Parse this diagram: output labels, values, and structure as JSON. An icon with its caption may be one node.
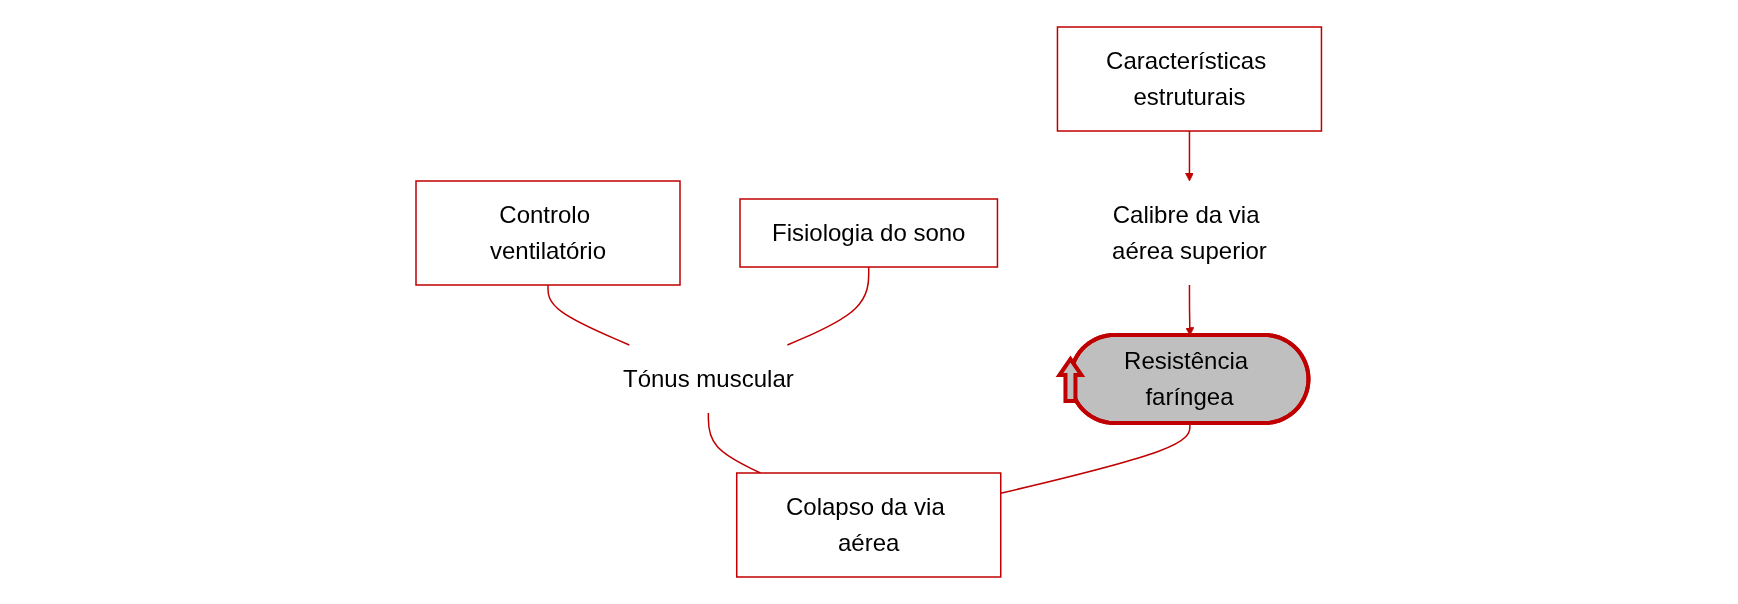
{
  "diagram": {
    "nodes": [
      {
        "text": [
          "Características estruturais"
        ]
      },
      {
        "text": [
          "Controlo ventilatório"
        ]
      },
      {
        "text": [
          "Fisiologia do sono"
        ]
      },
      {
        "text": [
          "Calibre da via aérea superior"
        ]
      },
      {
        "text": [
          "Tónus muscular"
        ]
      },
      {
        "text": [
          "Resistência faríngea"
        ]
      },
      {
        "text": [
          "Colapso da via aérea"
        ]
      }
    ],
    "edges": [
      {
        "from": 0,
        "to": 3,
        "arrow": "to"
      },
      {
        "from": 1,
        "to": 4,
        "arrow": "none"
      },
      {
        "from": 2,
        "to": 4,
        "arrow": "none"
      },
      {
        "from": 3,
        "to": 5,
        "arrow": "to"
      },
      {
        "from": 4,
        "to": 6,
        "arrow": "none"
      },
      {
        "from": 5,
        "to": 6,
        "arrow": "none"
      }
    ]
  }
}
